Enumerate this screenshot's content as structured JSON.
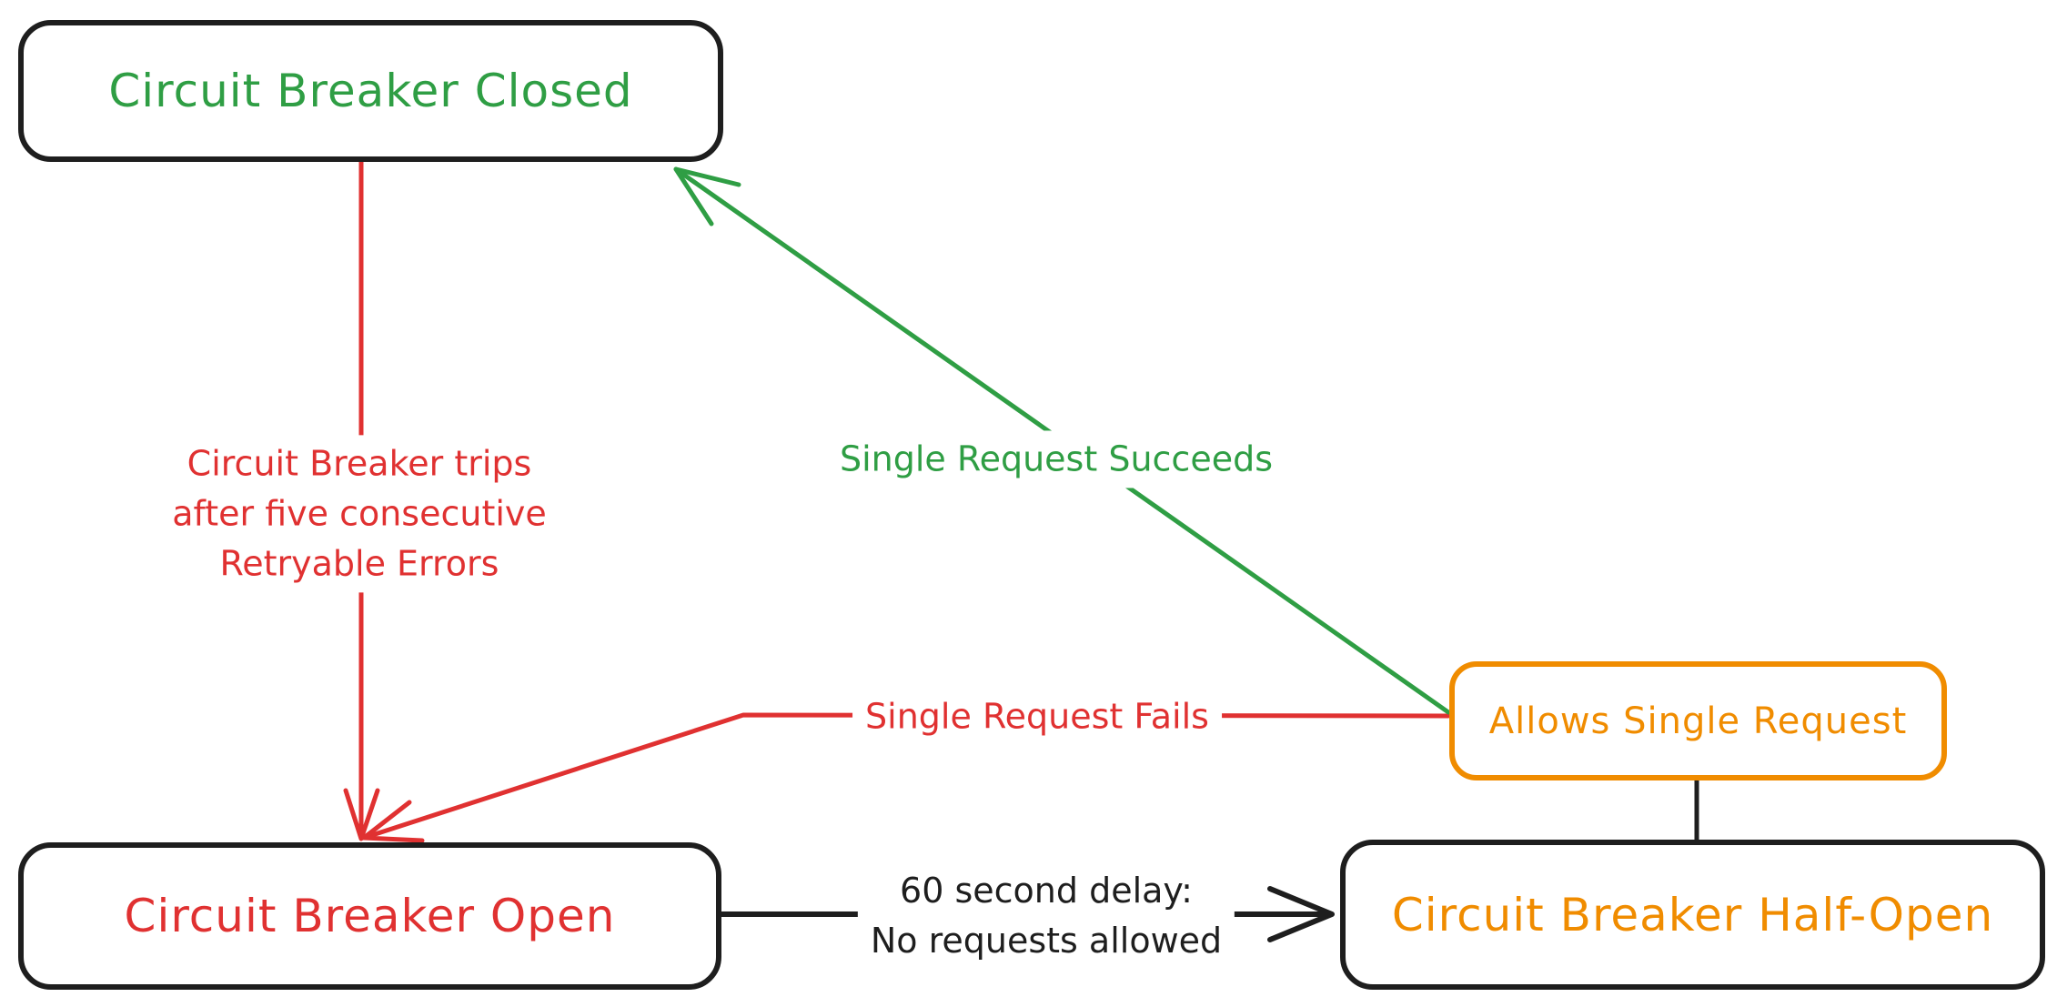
{
  "diagram": {
    "type": "state-diagram",
    "subject": "circuit-breaker-states",
    "colors": {
      "green": "#2f9e44",
      "red": "#e03131",
      "orange": "#f08c00",
      "ink": "#1e1e1e",
      "background": "#ffffff"
    },
    "nodes": {
      "closed": {
        "label": "Circuit Breaker Closed",
        "color": "#2f9e44",
        "border_color": "#1e1e1e"
      },
      "open": {
        "label": "Circuit Breaker Open",
        "color": "#e03131",
        "border_color": "#1e1e1e"
      },
      "half_open": {
        "label": "Circuit Breaker Half-Open",
        "color": "#f08c00",
        "border_color": "#1e1e1e"
      },
      "allows": {
        "label": "Allows Single Request",
        "color": "#f08c00",
        "border_color": "#f08c00"
      }
    },
    "edges": {
      "trips": {
        "from": "closed",
        "to": "open",
        "color": "#e03131",
        "label_lines": {
          "0": "Circuit Breaker trips",
          "1": "after five consecutive",
          "2": "Retryable Errors"
        }
      },
      "succeeds": {
        "from": "allows",
        "to": "closed",
        "color": "#2f9e44",
        "label": "Single Request Succeeds"
      },
      "fails": {
        "from": "allows",
        "to": "open",
        "color": "#e03131",
        "label": "Single Request Fails"
      },
      "delay": {
        "from": "open",
        "to": "half_open",
        "color": "#1e1e1e",
        "label_lines": {
          "0": "60 second delay:",
          "1": "No requests allowed"
        }
      },
      "probe_link": {
        "from": "half_open",
        "to": "allows",
        "color": "#1e1e1e",
        "label": ""
      }
    }
  }
}
